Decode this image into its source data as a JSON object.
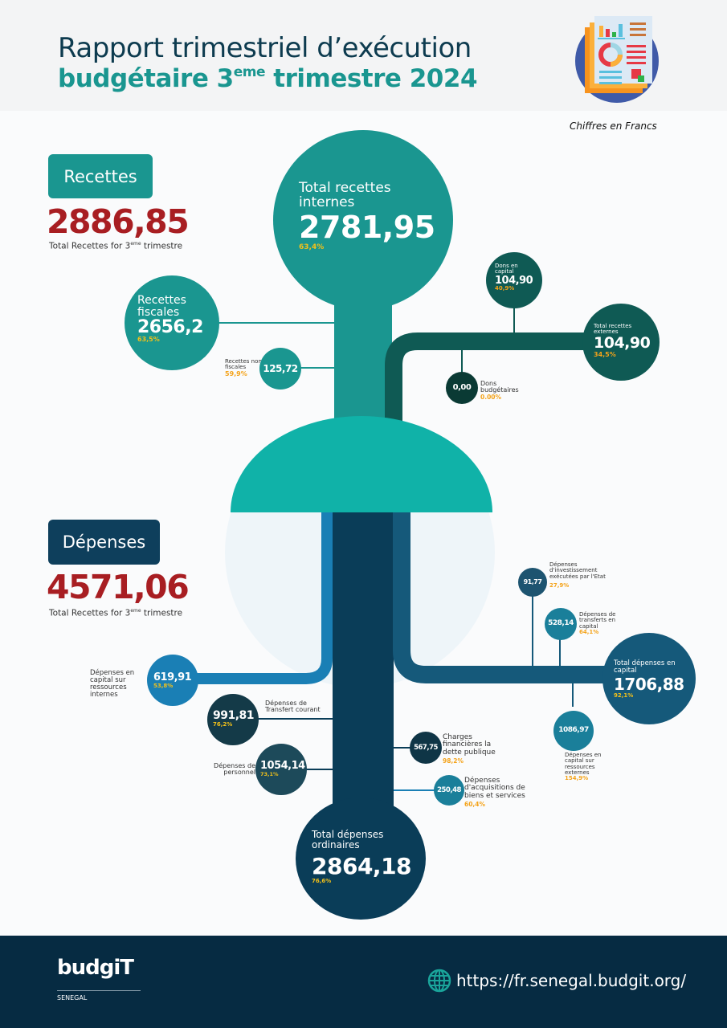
{
  "header": {
    "title_line1": "Rapport trimestriel d’exécution",
    "title_line2_part1": "budgétaire 3",
    "title_line2_sup": "eme",
    "title_line2_part2": " trimestre 2024",
    "icon": "report-chart-icon",
    "currency_note": "Chiffres en Francs"
  },
  "colors": {
    "teal": "#1a9690",
    "teal_bright": "#10b2a8",
    "dark_green": "#0f5a54",
    "navy": "#0e3f5c",
    "blue": "#1a7fb5",
    "red_total": "#a81e22",
    "yellow_pct": "#f2c11a",
    "orange_pct": "#f4a31a",
    "footer_bg": "#062b42"
  },
  "recettes": {
    "badge": "Recettes",
    "total": "2886,85",
    "caption_pre": "Total Recettes for 3",
    "caption_sup": "eme",
    "caption_post": " trimestre",
    "internes": {
      "label": "Total recettes internes",
      "value": "2781,95",
      "pct": "63,4%"
    },
    "fiscales": {
      "label": "Recettes fiscales",
      "value": "2656,2",
      "pct": "63,5%"
    },
    "non_fiscales": {
      "label": "Recettes non fiscales",
      "value": "125,72",
      "pct": "59,9%"
    },
    "dons_capital": {
      "label": "Dons en capital",
      "value": "104,90",
      "pct": "40,9%"
    },
    "externes": {
      "label": "Total recettes externes",
      "value": "104,90",
      "pct": "34,5%"
    },
    "dons_budgetaires": {
      "label": "Dons budgétaires",
      "value": "0,00",
      "pct": "0.00%"
    }
  },
  "depenses": {
    "badge": "Dépenses",
    "total": "4571,06",
    "caption_pre": "Total Recettes for 3",
    "caption_sup": "eme",
    "caption_post": " trimestre",
    "capital_internes": {
      "label": "Dépenses en capital sur ressources internes",
      "value": "619,91",
      "pct": "53,8%"
    },
    "transfert_courant": {
      "label": "Dépenses de Transfert courant",
      "value": "991,81",
      "pct": "76,2%"
    },
    "personnel": {
      "label": "Dépenses de personnel",
      "value": "1054,14",
      "pct": "73,1%"
    },
    "charges_financieres": {
      "label": "Charges financières la dette publique",
      "value": "567,75",
      "pct": "98,2%"
    },
    "acquisitions": {
      "label": "Dépenses d'acquisitions de biens et services",
      "value": "250,48",
      "pct": "60,4%"
    },
    "ordinaires": {
      "label": "Total dépenses ordinaires",
      "value": "2864,18",
      "pct": "76,6%"
    },
    "investissement_etat": {
      "label": "Dépenses d'investissement exécutées par l'Etat",
      "value": "91,77",
      "pct": "27,9%"
    },
    "transferts_capital": {
      "label": "Dépenses de transferts en capital",
      "value": "528,14",
      "pct": "64,1%"
    },
    "total_capital": {
      "label": "Total dépenses en capital",
      "value": "1706,88",
      "pct": "92,1%"
    },
    "capital_externes": {
      "label": "Dépenses en capital sur ressources externes",
      "value": "1086,97",
      "pct": "154,9%"
    }
  },
  "footer": {
    "logo_text": "budgiT",
    "logo_country": "SENEGAL",
    "globe_icon": "globe-icon",
    "url": "https://fr.senegal.budgit.org/"
  }
}
